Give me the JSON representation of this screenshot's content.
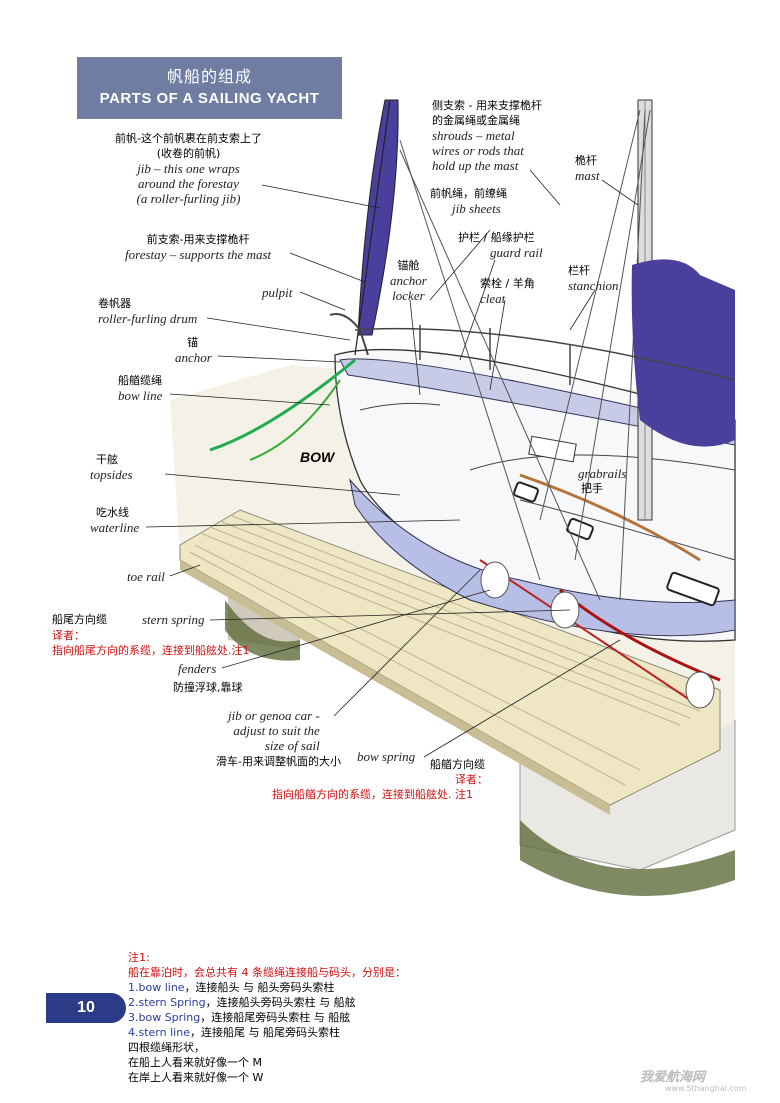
{
  "header": {
    "title_cn": "帆船的组成",
    "title_en": "PARTS OF A SAILING YACHT"
  },
  "labels": {
    "jib_cn": "前帆-这个前帆裹在前支索上了",
    "jib_cn2": "(收卷的前帆)",
    "jib_en1": "jib – this one wraps",
    "jib_en2": "around the forestay",
    "jib_en3": "(a roller-furling jib)",
    "forestay_cn": "前支索-用来支撑桅杆",
    "forestay_en": "forestay – supports the mast",
    "pulpit_en": "pulpit",
    "drum_cn": "卷帆器",
    "drum_en": "roller-furling drum",
    "anchor_cn": "锚",
    "anchor_en": "anchor",
    "bowline_cn": "船艏缆绳",
    "bowline_en": "bow line",
    "topsides_cn": "干舷",
    "topsides_en": "topsides",
    "waterline_cn": "吃水线",
    "waterline_en": "waterline",
    "toerail_en": "toe rail",
    "stern_cn": "船尾方向缆",
    "stern_en": "stern spring",
    "stern_note1": "译者：",
    "stern_note2": "指向船尾方向的系缆，连接到船舷处.注1",
    "fenders_en": "fenders",
    "fenders_cn": "防撞浮球,靠球",
    "car_en1": "jib or genoa car -",
    "car_en2": "adjust to suit the",
    "car_en3": "size of sail",
    "car_cn": "滑车-用来调整帆面的大小",
    "bowspring_en": "bow spring",
    "bowspring_cn": "船艏方向缆",
    "bow_note1": "译者：",
    "bow_note2": "指向船艏方向的系缆，连接到船舷处. 注1",
    "locker_cn": "锚舱",
    "locker_en1": "anchor",
    "locker_en2": "locker",
    "shrouds_cn1": "侧支索 - 用来支撑桅杆",
    "shrouds_cn2": "的金属绳或金属绳",
    "shrouds_en1": "shrouds – metal",
    "shrouds_en2": "wires or rods that",
    "shrouds_en3": "hold up the mast",
    "sheets_cn": "前帆绳，前缭绳",
    "sheets_en": "jib sheets",
    "guard_cn": "护栏 / 船缘护栏",
    "guard_en": "guard rail",
    "cleat_cn": "索栓 / 羊角",
    "cleat_en": "cleat",
    "mast_cn": "桅杆",
    "mast_en": "mast",
    "stanchion_cn": "栏杆",
    "stanchion_en": "stanchion",
    "grab_en": "grabrails",
    "grab_cn": "把手",
    "bow_word": "BOW"
  },
  "notes": {
    "title": "注1:",
    "line1": "船在靠泊时，会总共有 4 条缆绳连接船与码头，分别是：",
    "l2a": "1.bow line",
    "l2b": "，连接船头 与 船头旁码头索柱",
    "l3a": "2.stern Spring",
    "l3b": "，连接船头旁码头索柱 与 船舷",
    "l4a": "3.bow Spring",
    "l4b": "，连接船尾旁码头索柱 与 船舷",
    "l5a": "4.stern line",
    "l5b": "，连接船尾 与 船尾旁码头索柱",
    "line6": "四根缆绳形状，",
    "line7": "在船上人看来就好像一个  M",
    "line8": "在岸上人看来就好像一个  W"
  },
  "page_number": "10",
  "watermark": {
    "text": "我爱航海网",
    "url": "www.5thanghai.com"
  },
  "colors": {
    "title_bg": "#6f7da3",
    "page_tab": "#2c3b88",
    "note_red": "#d01010",
    "sail": "#4b3f9e",
    "dock": "#efe6c4"
  }
}
